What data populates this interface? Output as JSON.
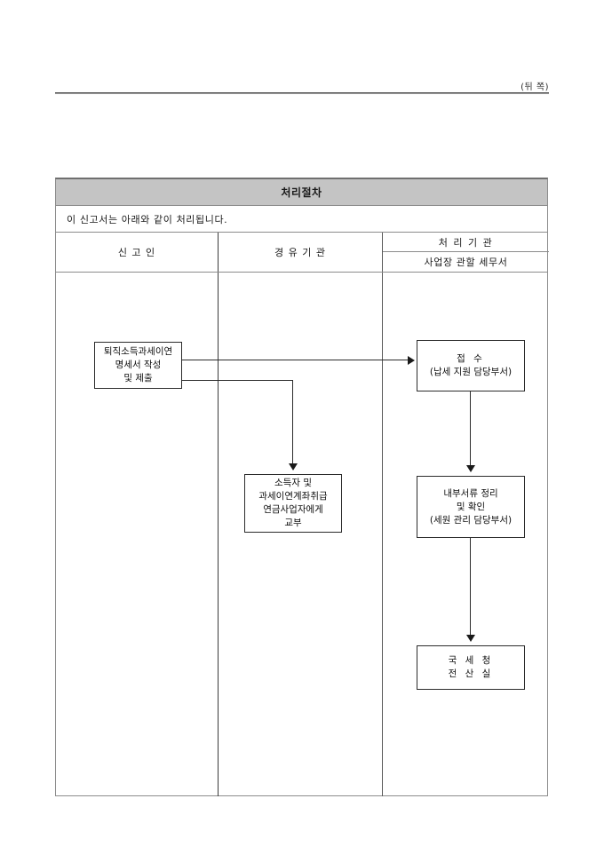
{
  "document": {
    "page_marker": "(뒤 쪽)",
    "table_title": "처리절차",
    "note": "이 신고서는 아래와 같이 처리됩니다."
  },
  "columns": {
    "declarant": "신    고    인",
    "via_agency": "경 유 기 관",
    "processing_agency": "처 리 기 관",
    "processing_agency_sub": "사업장 관할 세무서"
  },
  "flow": {
    "submit": {
      "line1": "퇴직소득과세이연",
      "line2": "명세서 작성",
      "line3": "및 제출"
    },
    "deliver": {
      "line1": "소득자 및",
      "line2": "과세이연계좌취급",
      "line3": "연금사업자에게",
      "line4": "교부"
    },
    "receive": {
      "line1": "접 수",
      "line2": "(납세 지원 담당부서)"
    },
    "internal": {
      "line1": "내부서류 정리",
      "line2": "및 확인",
      "line3": "(세원 관리 담당부서)"
    },
    "nts": {
      "line1": "국 세 청",
      "line2": "전 산 실"
    }
  },
  "colors": {
    "title_band": "#c4c4c4",
    "border": "#8c8c8c",
    "text": "#1a1a1a",
    "connector": "#2b2b2b"
  }
}
